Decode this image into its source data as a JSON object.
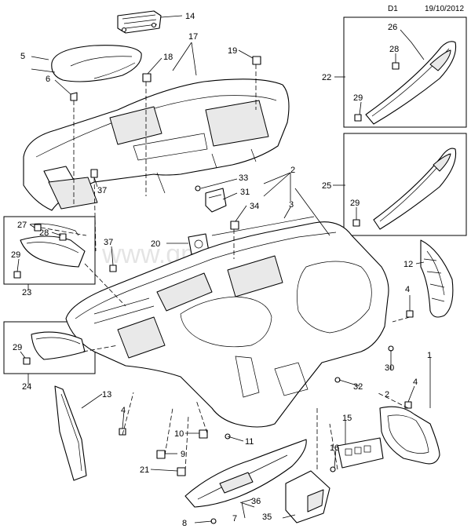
{
  "header": {
    "code": "D1",
    "date": "19/10/2012"
  },
  "watermark": "www.gmsnab.ru",
  "callouts": {
    "c1": "1",
    "c2a": "2",
    "c2b": "2",
    "c3": "3",
    "c4a": "4",
    "c4b": "4",
    "c4c": "4",
    "c5": "5",
    "c6": "6",
    "c7": "7",
    "c8": "8",
    "c9": "9",
    "c10": "10",
    "c11": "11",
    "c12": "12",
    "c13": "13",
    "c14": "14",
    "c15": "15",
    "c16": "16",
    "c17": "17",
    "c18": "18",
    "c19": "19",
    "c20": "20",
    "c21": "21",
    "c22": "22",
    "c23": "23",
    "c24": "24",
    "c25": "25",
    "c26": "26",
    "c27": "27",
    "c28a": "28",
    "c28b": "28",
    "c29a": "29",
    "c29b": "29",
    "c29c": "29",
    "c29d": "29",
    "c30": "30",
    "c31": "31",
    "c32": "32",
    "c33": "33",
    "c34": "34",
    "c35": "35",
    "c36": "36",
    "c37a": "37",
    "c37b": "37"
  },
  "colors": {
    "line": "#000000",
    "background": "#ffffff",
    "shade": "#e9e9e9"
  }
}
